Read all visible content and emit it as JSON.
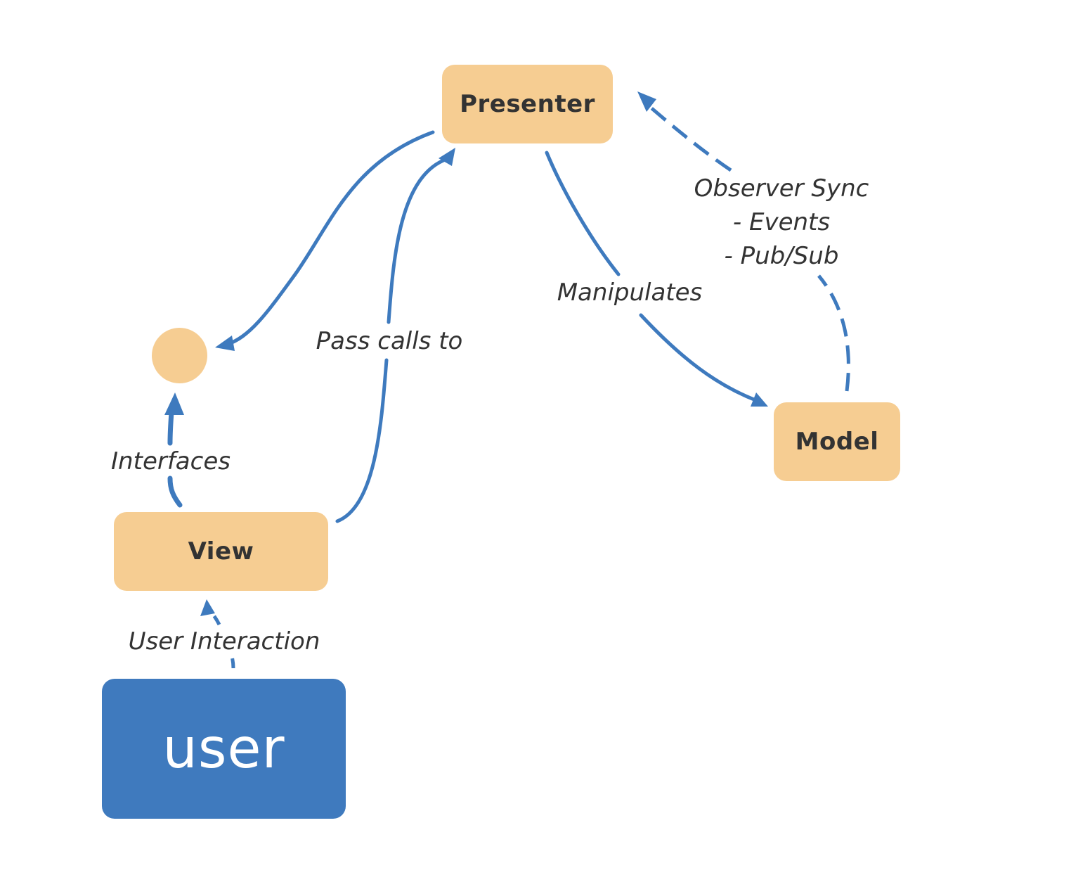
{
  "colors": {
    "node_fill": "#f6cd92",
    "user_fill": "#3f7abe",
    "edge_stroke": "#3e7abe",
    "text": "#333333"
  },
  "nodes": {
    "presenter": "Presenter",
    "model": "Model",
    "view": "View",
    "user": "user"
  },
  "edges": {
    "pass_calls": "Pass calls to",
    "manipulates": "Manipulates",
    "interfaces": "Interfaces",
    "user_interaction": "User Interaction",
    "observer": [
      "Observer Sync",
      "- Events",
      "- Pub/Sub"
    ]
  }
}
